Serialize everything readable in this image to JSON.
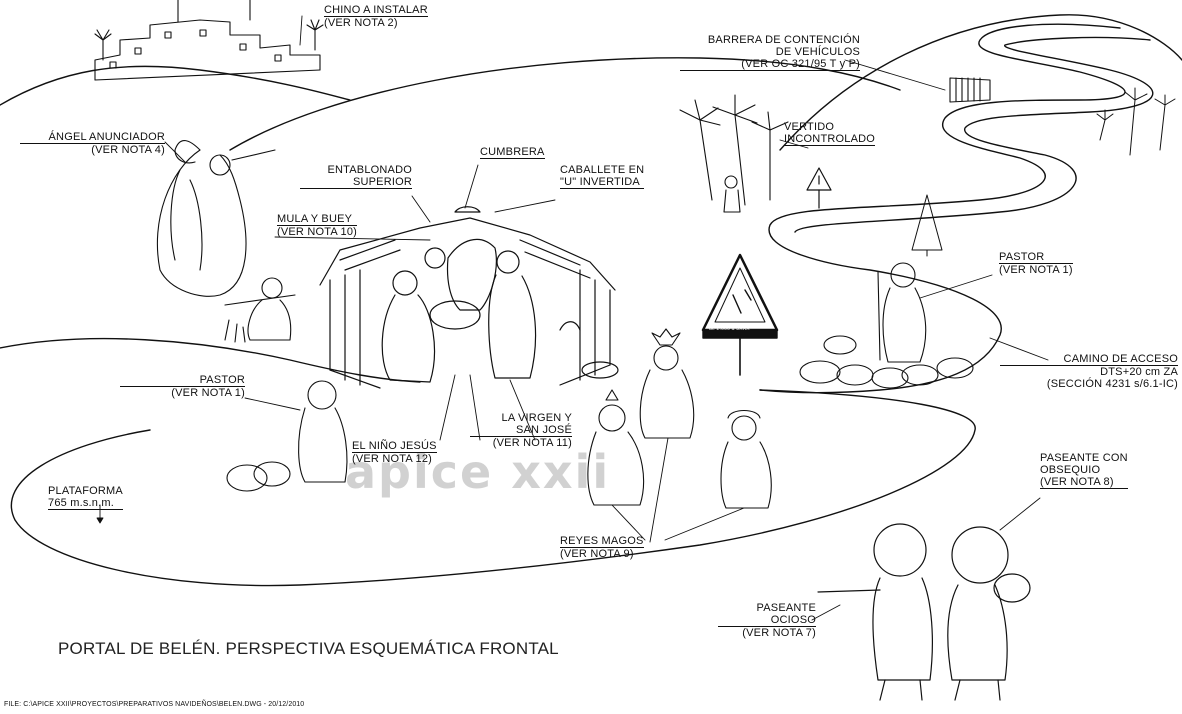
{
  "labels": {
    "chino_line1": "CHINO A INSTALAR",
    "chino_line2": "(VER NOTA 2)",
    "barrera_line1": "BARRERA DE CONTENCIÓN",
    "barrera_line2": "DE VEHÍCULOS",
    "barrera_line3": "(VER OC 321/95 T y P)",
    "vertido_line1": "VERTIDO",
    "vertido_line2": "INCONTROLADO",
    "angel_line1": "ÁNGEL ANUNCIADOR",
    "angel_line2": "(VER NOTA 4)",
    "cumbrera": "CUMBRERA",
    "entablonado_line1": "ENTABLONADO",
    "entablonado_line2": "SUPERIOR",
    "caballete_line1": "CABALLETE EN",
    "caballete_line2": "\"U\" INVERTIDA",
    "mula_line1": "MULA Y BUEY",
    "mula_line2": "(VER NOTA 10)",
    "pastor_right_line1": "PASTOR",
    "pastor_right_line2": "(VER NOTA 1)",
    "camino_line1": "CAMINO DE ACCESO",
    "camino_line2": "DTS+20 cm ZA",
    "camino_line3": "(SECCIÓN 4231 s/6.1-IC)",
    "pastor_left_line1": "PASTOR",
    "pastor_left_line2": "(VER NOTA 1)",
    "virgen_line1": "LA VIRGEN Y",
    "virgen_line2": "SAN JOSÉ",
    "virgen_line3": "(VER NOTA 11)",
    "nino_line1": "EL NIÑO JESÚS",
    "nino_line2": "(VER NOTA 12)",
    "plataforma_line1": "PLATAFORMA",
    "plataforma_line2": "765 m.s.n.m.",
    "reyes_line1": "REYES MAGOS",
    "reyes_line2": "(VER NOTA 9)",
    "paseante_obsequio_line1": "PASEANTE CON",
    "paseante_obsequio_line2": "OBSEQUIO",
    "paseante_obsequio_line3": "(VER NOTA 8)",
    "paseante_ocioso_line1": "PASEANTE",
    "paseante_ocioso_line2": "OCIOSO",
    "paseante_ocioso_line3": "(VER NOTA 7)",
    "sign_text": "de 2.000 a 3XXX"
  },
  "title": "PORTAL DE BELÉN. PERSPECTIVA ESQUEMÁTICA FRONTAL",
  "file_path": "FILE: C:\\APICE XXII\\PROYECTOS\\PREPARATIVOS NAVIDEÑOS\\BELEN.DWG - 20/12/2010",
  "watermark": "apice xxii",
  "colors": {
    "ink": "#111111",
    "watermark": "#c9c9c9",
    "background": "#ffffff"
  }
}
